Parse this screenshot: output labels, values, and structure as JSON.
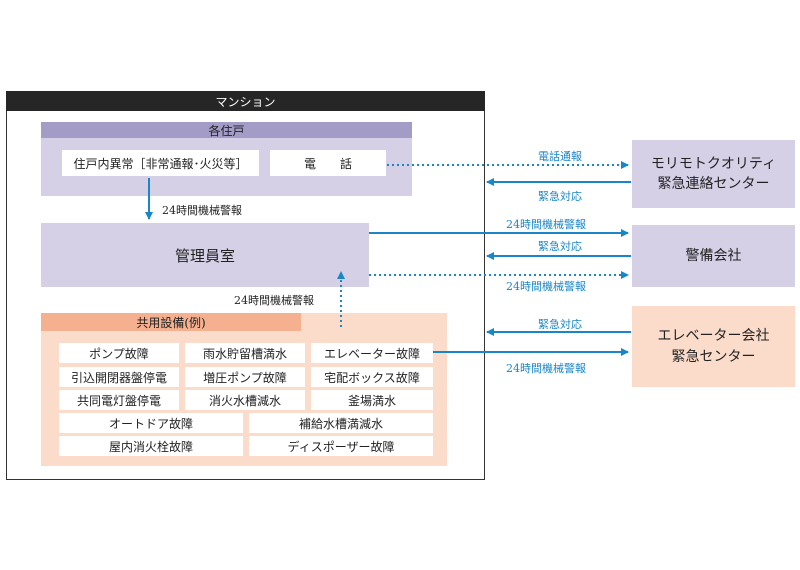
{
  "mansion": {
    "title": "マンション",
    "units": {
      "header": "各住戸",
      "abnormal": "住戸内異常［非常通報･火災等］",
      "phone": "電　　話"
    },
    "office": "管理員室",
    "facility": {
      "header": "共用設備(例)",
      "items": [
        "ポンプ故障",
        "雨水貯留槽満水",
        "エレベーター故障",
        "引込開閉器盤停電",
        "増圧ポンプ故障",
        "宅配ボックス故障",
        "共同電灯盤停電",
        "消火水槽減水",
        "釜場満水",
        "オートドア故障",
        "補給水槽満減水",
        "屋内消火栓故障",
        "ディスポーザー故障"
      ]
    }
  },
  "external": {
    "center": "モリモトクオリティ\n緊急連絡センター",
    "security": "警備会社",
    "elevator": "エレベーター会社\n緊急センター"
  },
  "flows": {
    "units_to_office": "24時間機械警報",
    "facility_to_office": "24時間機械警報",
    "phone_report": "電話通報",
    "emergency_response_1": "緊急対応",
    "alarm_to_security": "24時間機械警報",
    "emergency_response_2": "緊急対応",
    "alarm_from_office": "24時間機械警報",
    "emergency_response_3": "緊急対応",
    "alarm_to_elevator": "24時間機械警報"
  },
  "colors": {
    "lavender": "#d5d0e5",
    "lavender_header": "#a39cc7",
    "peach": "#fbdcca",
    "peach_header": "#f5b08f",
    "arrow_blue": "#1a86c7",
    "title_bar": "#262626"
  }
}
